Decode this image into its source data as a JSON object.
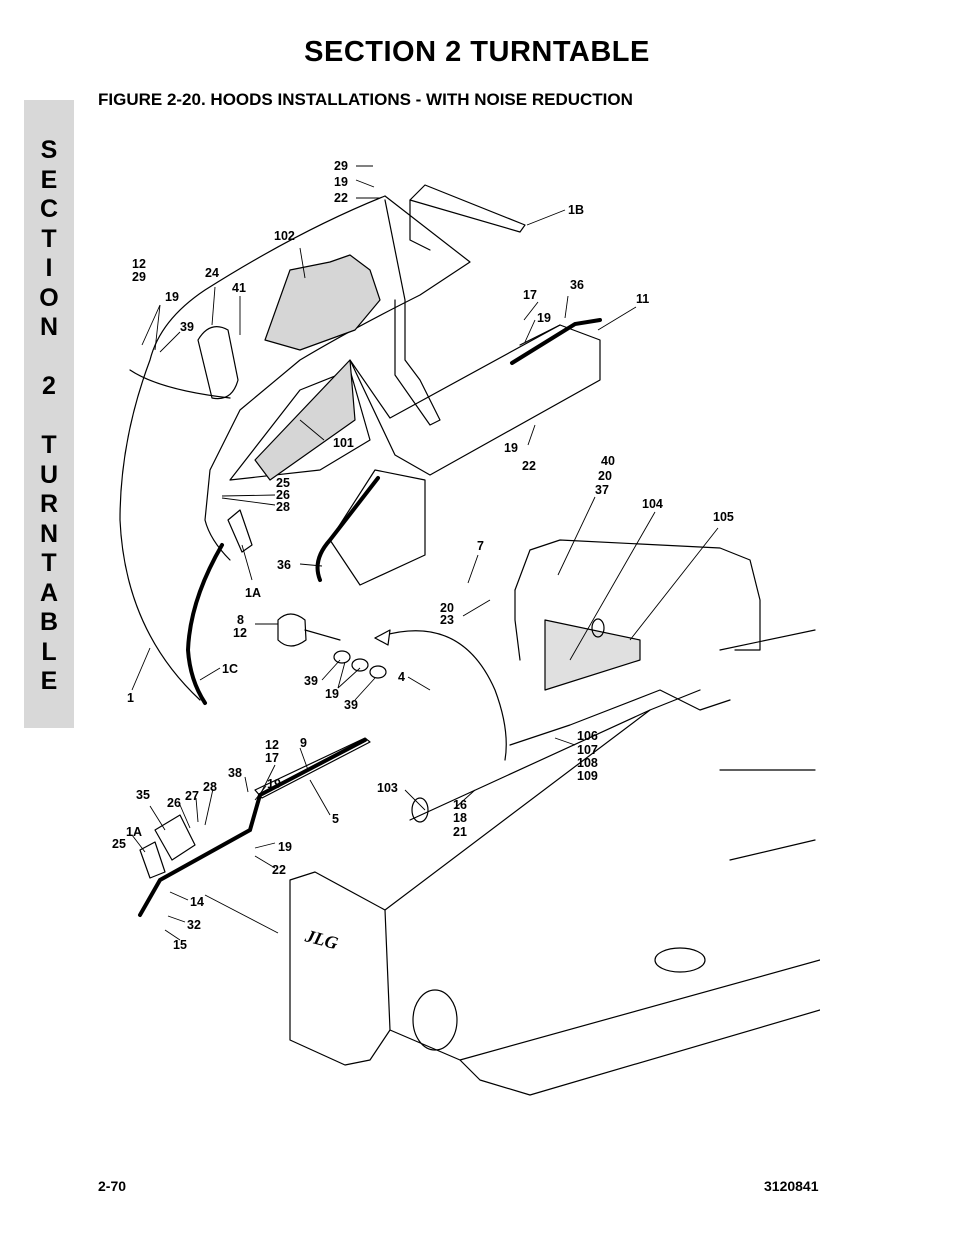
{
  "header": {
    "section_title": "SECTION 2   TURNTABLE",
    "figure_title": "FIGURE 2-20.  HOODS INSTALLATIONS - WITH NOISE REDUCTION"
  },
  "side_tab": {
    "letters": [
      "S",
      "E",
      "C",
      "T",
      "I",
      "O",
      "N",
      "",
      "2",
      "",
      "T",
      "U",
      "R",
      "N",
      "T",
      "A",
      "B",
      "L",
      "E"
    ]
  },
  "callouts": {
    "c_29": "29",
    "c_19a": "19",
    "c_22a": "22",
    "c_1b": "1B",
    "c_102": "102",
    "c_12a": "12",
    "c_29b": "29",
    "c_24": "24",
    "c_41": "41",
    "c_19b": "19",
    "c_39a": "39",
    "c_17a": "17",
    "c_36a": "36",
    "c_11": "11",
    "c_19c": "19",
    "c_101": "101",
    "c_19d": "19",
    "c_22b": "22",
    "c_25a": "25",
    "c_26a": "26",
    "c_28a": "28",
    "c_40": "40",
    "c_20a": "20",
    "c_37": "37",
    "c_104": "104",
    "c_105": "105",
    "c_36b": "36",
    "c_1a": "1A",
    "c_7": "7",
    "c_20b": "20",
    "c_23": "23",
    "c_8": "8",
    "c_12b": "12",
    "c_39b": "39",
    "c_19e": "19",
    "c_39c": "39",
    "c_4": "4",
    "c_1c": "1C",
    "c_1": "1",
    "c_106": "106",
    "c_107": "107",
    "c_108": "108",
    "c_109": "109",
    "c_12c": "12",
    "c_17b": "17",
    "c_9": "9",
    "c_38": "38",
    "c_19f": "19",
    "c_35": "35",
    "c_26b": "26",
    "c_27": "27",
    "c_28b": "28",
    "c_103": "103",
    "c_16": "16",
    "c_18": "18",
    "c_21": "21",
    "c_5": "5",
    "c_1a2": "1A",
    "c_25b": "25",
    "c_19g": "19",
    "c_22c": "22",
    "c_14": "14",
    "c_32": "32",
    "c_15": "15",
    "logo": "JLG"
  },
  "footer": {
    "page_number": "2-70",
    "doc_number": "3120841"
  }
}
